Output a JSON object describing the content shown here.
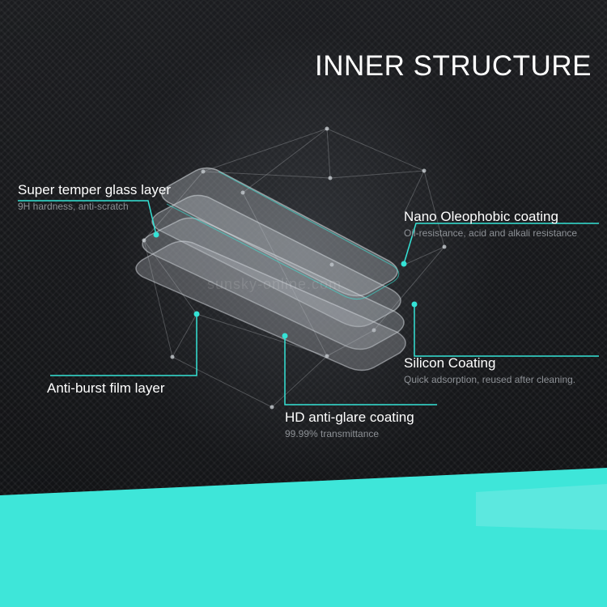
{
  "title": "INNER STRUCTURE",
  "watermark": "sunsky-online.com",
  "accent_color": "#35e3d6",
  "layers": [
    {
      "name": "Super temper glass layer",
      "desc": "9H hardness, anti-scratch"
    },
    {
      "name": "Nano Oleophobic coating",
      "desc": "Oil-resistance, acid and alkali resistance"
    },
    {
      "name": "Silicon Coating",
      "desc": "Quick adsorption, reused after cleaning."
    },
    {
      "name": "Anti-burst film layer",
      "desc": ""
    },
    {
      "name": "HD anti-glare coating",
      "desc": "99.99% transmittance"
    }
  ]
}
